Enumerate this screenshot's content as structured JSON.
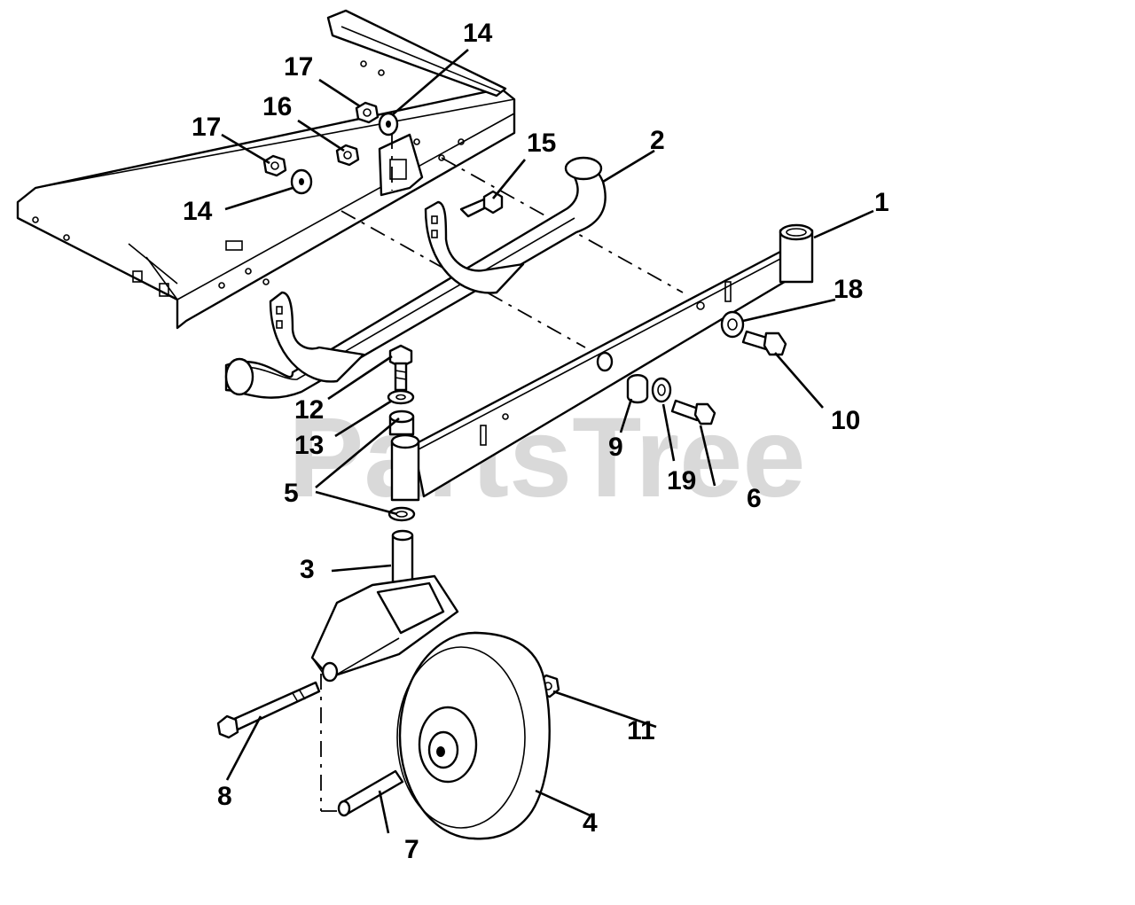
{
  "watermark": "PartsTree",
  "callouts": [
    "1",
    "2",
    "3",
    "4",
    "5",
    "6",
    "7",
    "8",
    "9",
    "10",
    "11",
    "12",
    "13",
    "14",
    "14",
    "15",
    "16",
    "17",
    "17",
    "18",
    "19"
  ]
}
